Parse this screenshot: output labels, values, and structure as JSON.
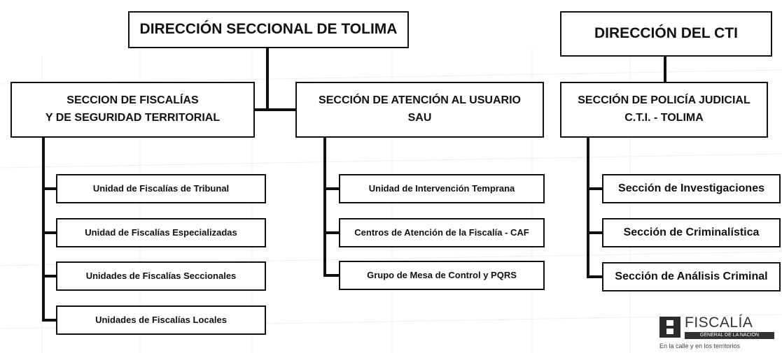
{
  "boxes": {
    "dir_tolima": "DIRECCIÓN SECCIONAL DE TOLIMA",
    "dir_cti": "DIRECCIÓN DEL CTI",
    "sec_fiscalias_l1": "SECCION DE FISCALÍAS",
    "sec_fiscalias_l2": "Y DE SEGURIDAD TERRITORIAL",
    "sec_atencion_l1": "SECCIÓN DE ATENCIÓN AL USUARIO",
    "sec_atencion_l2": "SAU",
    "sec_policia_l1": "SECCIÓN DE POLICÍA JUDICIAL",
    "sec_policia_l2": "C.T.I. - TOLIMA"
  },
  "fiscalias_units": [
    "Unidad de Fiscalías de Tribunal",
    "Unidad de Fiscalías Especializadas",
    "Unidades de Fiscalías Seccionales",
    "Unidades de Fiscalías Locales"
  ],
  "atencion_units": [
    "Unidad de Intervención Temprana",
    "Centros de Atención de la Fiscalía - CAF",
    "Grupo de Mesa de Control y PQRS"
  ],
  "cti_units": [
    "Sección de Investigaciones",
    "Sección de Criminalística",
    "Sección de Análisis Criminal"
  ],
  "logo": {
    "name": "FISCALÍA",
    "subtitle": "GENERAL DE LA NACIÓN",
    "tagline": "En la calle y en los territorios"
  },
  "colors": {
    "line": "#111111",
    "box_border": "#111111",
    "background": "#ffffff"
  }
}
